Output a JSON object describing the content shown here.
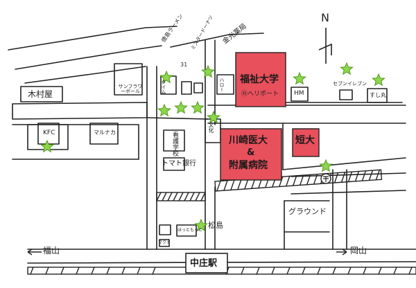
{
  "compass": {
    "letter": "N"
  },
  "colors": {
    "ink": "#222222",
    "red_block": "#e8505c",
    "star_fill": "#8fd64a",
    "star_stroke": "#4e9a20",
    "rail_hatch": "#333333"
  },
  "labels": {
    "kimuraya": "木村屋",
    "sunflower": "サンフラワーボール",
    "tokushima_ramen": "徳島ラーメン",
    "n31": "31",
    "taimu": "タイム",
    "misdo": "ミスタードーナツ",
    "halo": "ハロー",
    "kinko": "金光薬局",
    "university": "福祉大学",
    "heliport": "Ⓗヘリポート",
    "hm": "HM",
    "seven": "セブンイレブン",
    "sushimaru": "すし丸",
    "kfc": "KFC",
    "marunaka": "マルナカ",
    "bunkouguan": "文化",
    "tomato_bank": "トマト銀行",
    "medical_school": "看護学校",
    "kawasaki": "川崎医大",
    "and": "&",
    "hospital": "附属病院",
    "tandai": "短大",
    "ground": "グラウンド",
    "matsushima": "松島",
    "small_shop1": "マクド",
    "small_shop2": "ほっともっと",
    "fukuyama": "福山",
    "okayama": "岡山",
    "station": "中庄駅",
    "busstop": "〒"
  },
  "icons": [
    "star-icon",
    "compass-arrow-icon",
    "bus-stop-icon",
    "left-arrow-icon",
    "right-arrow-icon"
  ]
}
